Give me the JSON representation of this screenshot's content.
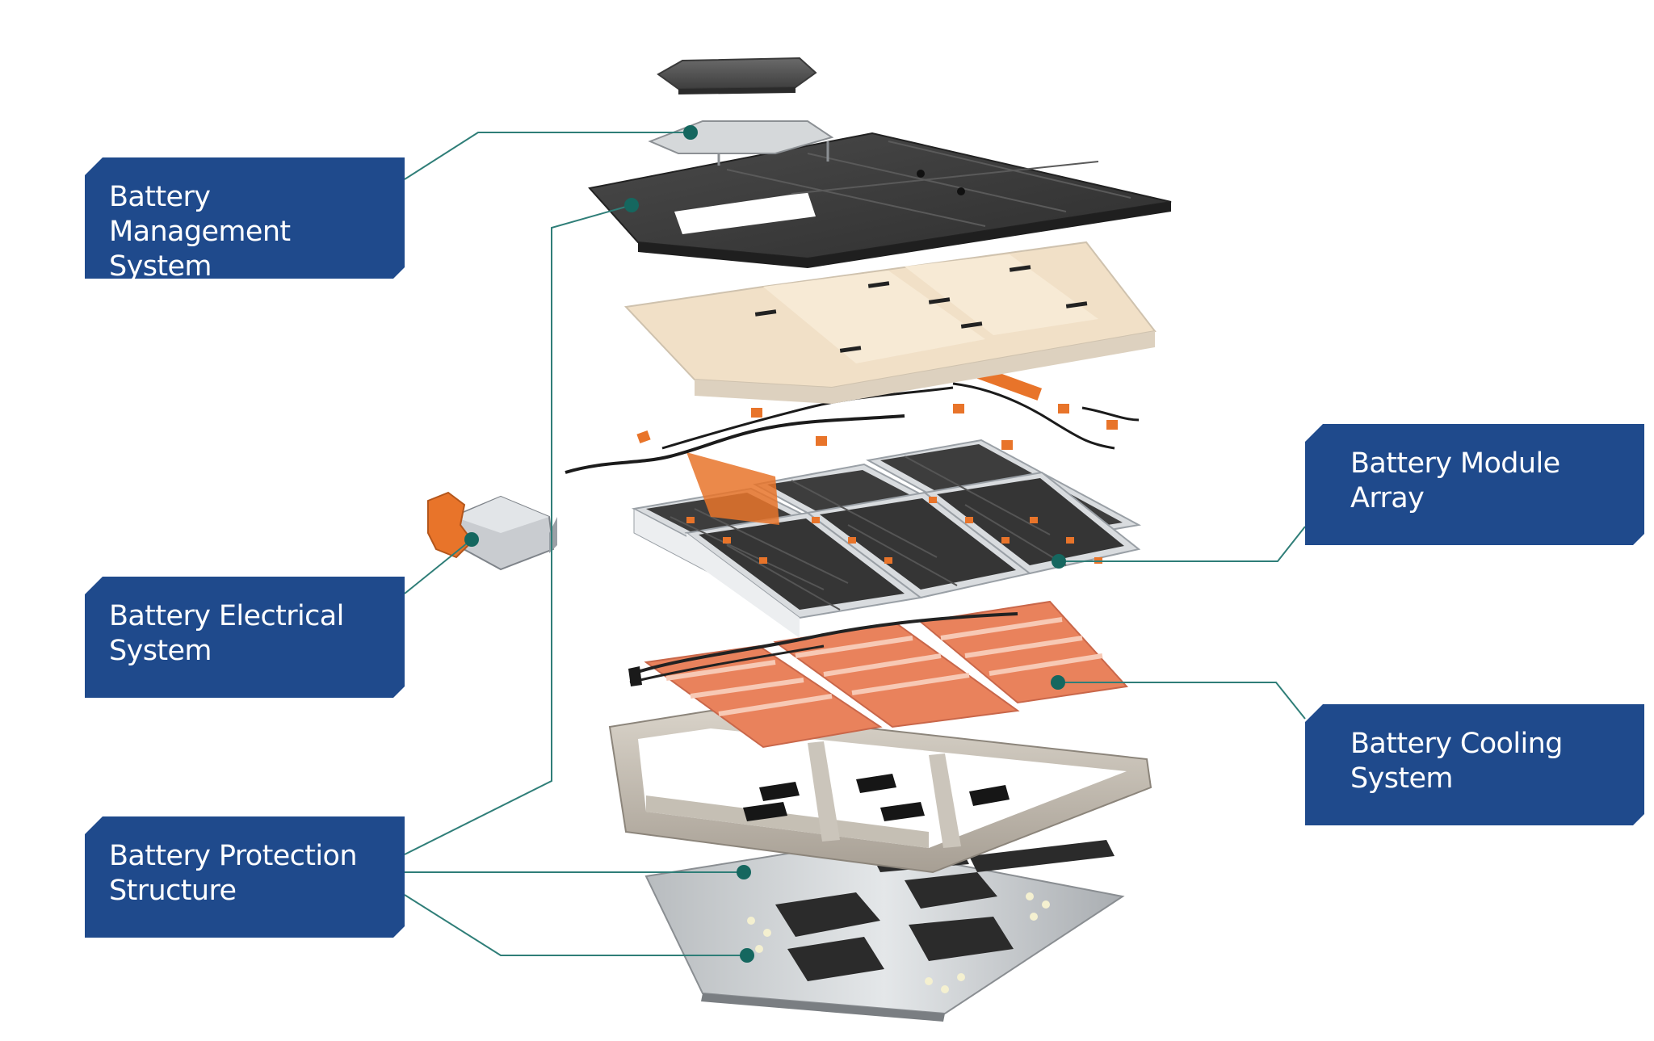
{
  "callouts": {
    "bms": {
      "label": "Battery Management\nSystem"
    },
    "bes": {
      "label": "Battery Electrical\nSystem"
    },
    "bps": {
      "label": "Battery Protection\nStructure"
    },
    "bma": {
      "label": "Battery Module\nArray"
    },
    "bcs": {
      "label": "Battery Cooling\nSystem"
    }
  },
  "colors": {
    "callout_fill": "#1f4a8c",
    "leader_line": "#2f7e78",
    "leader_dot": "#15675f",
    "copper": "#e9825c",
    "orange_part": "#e8742a",
    "cell_dark": "#3b3b3b",
    "insulation": "#f1e0c7"
  }
}
